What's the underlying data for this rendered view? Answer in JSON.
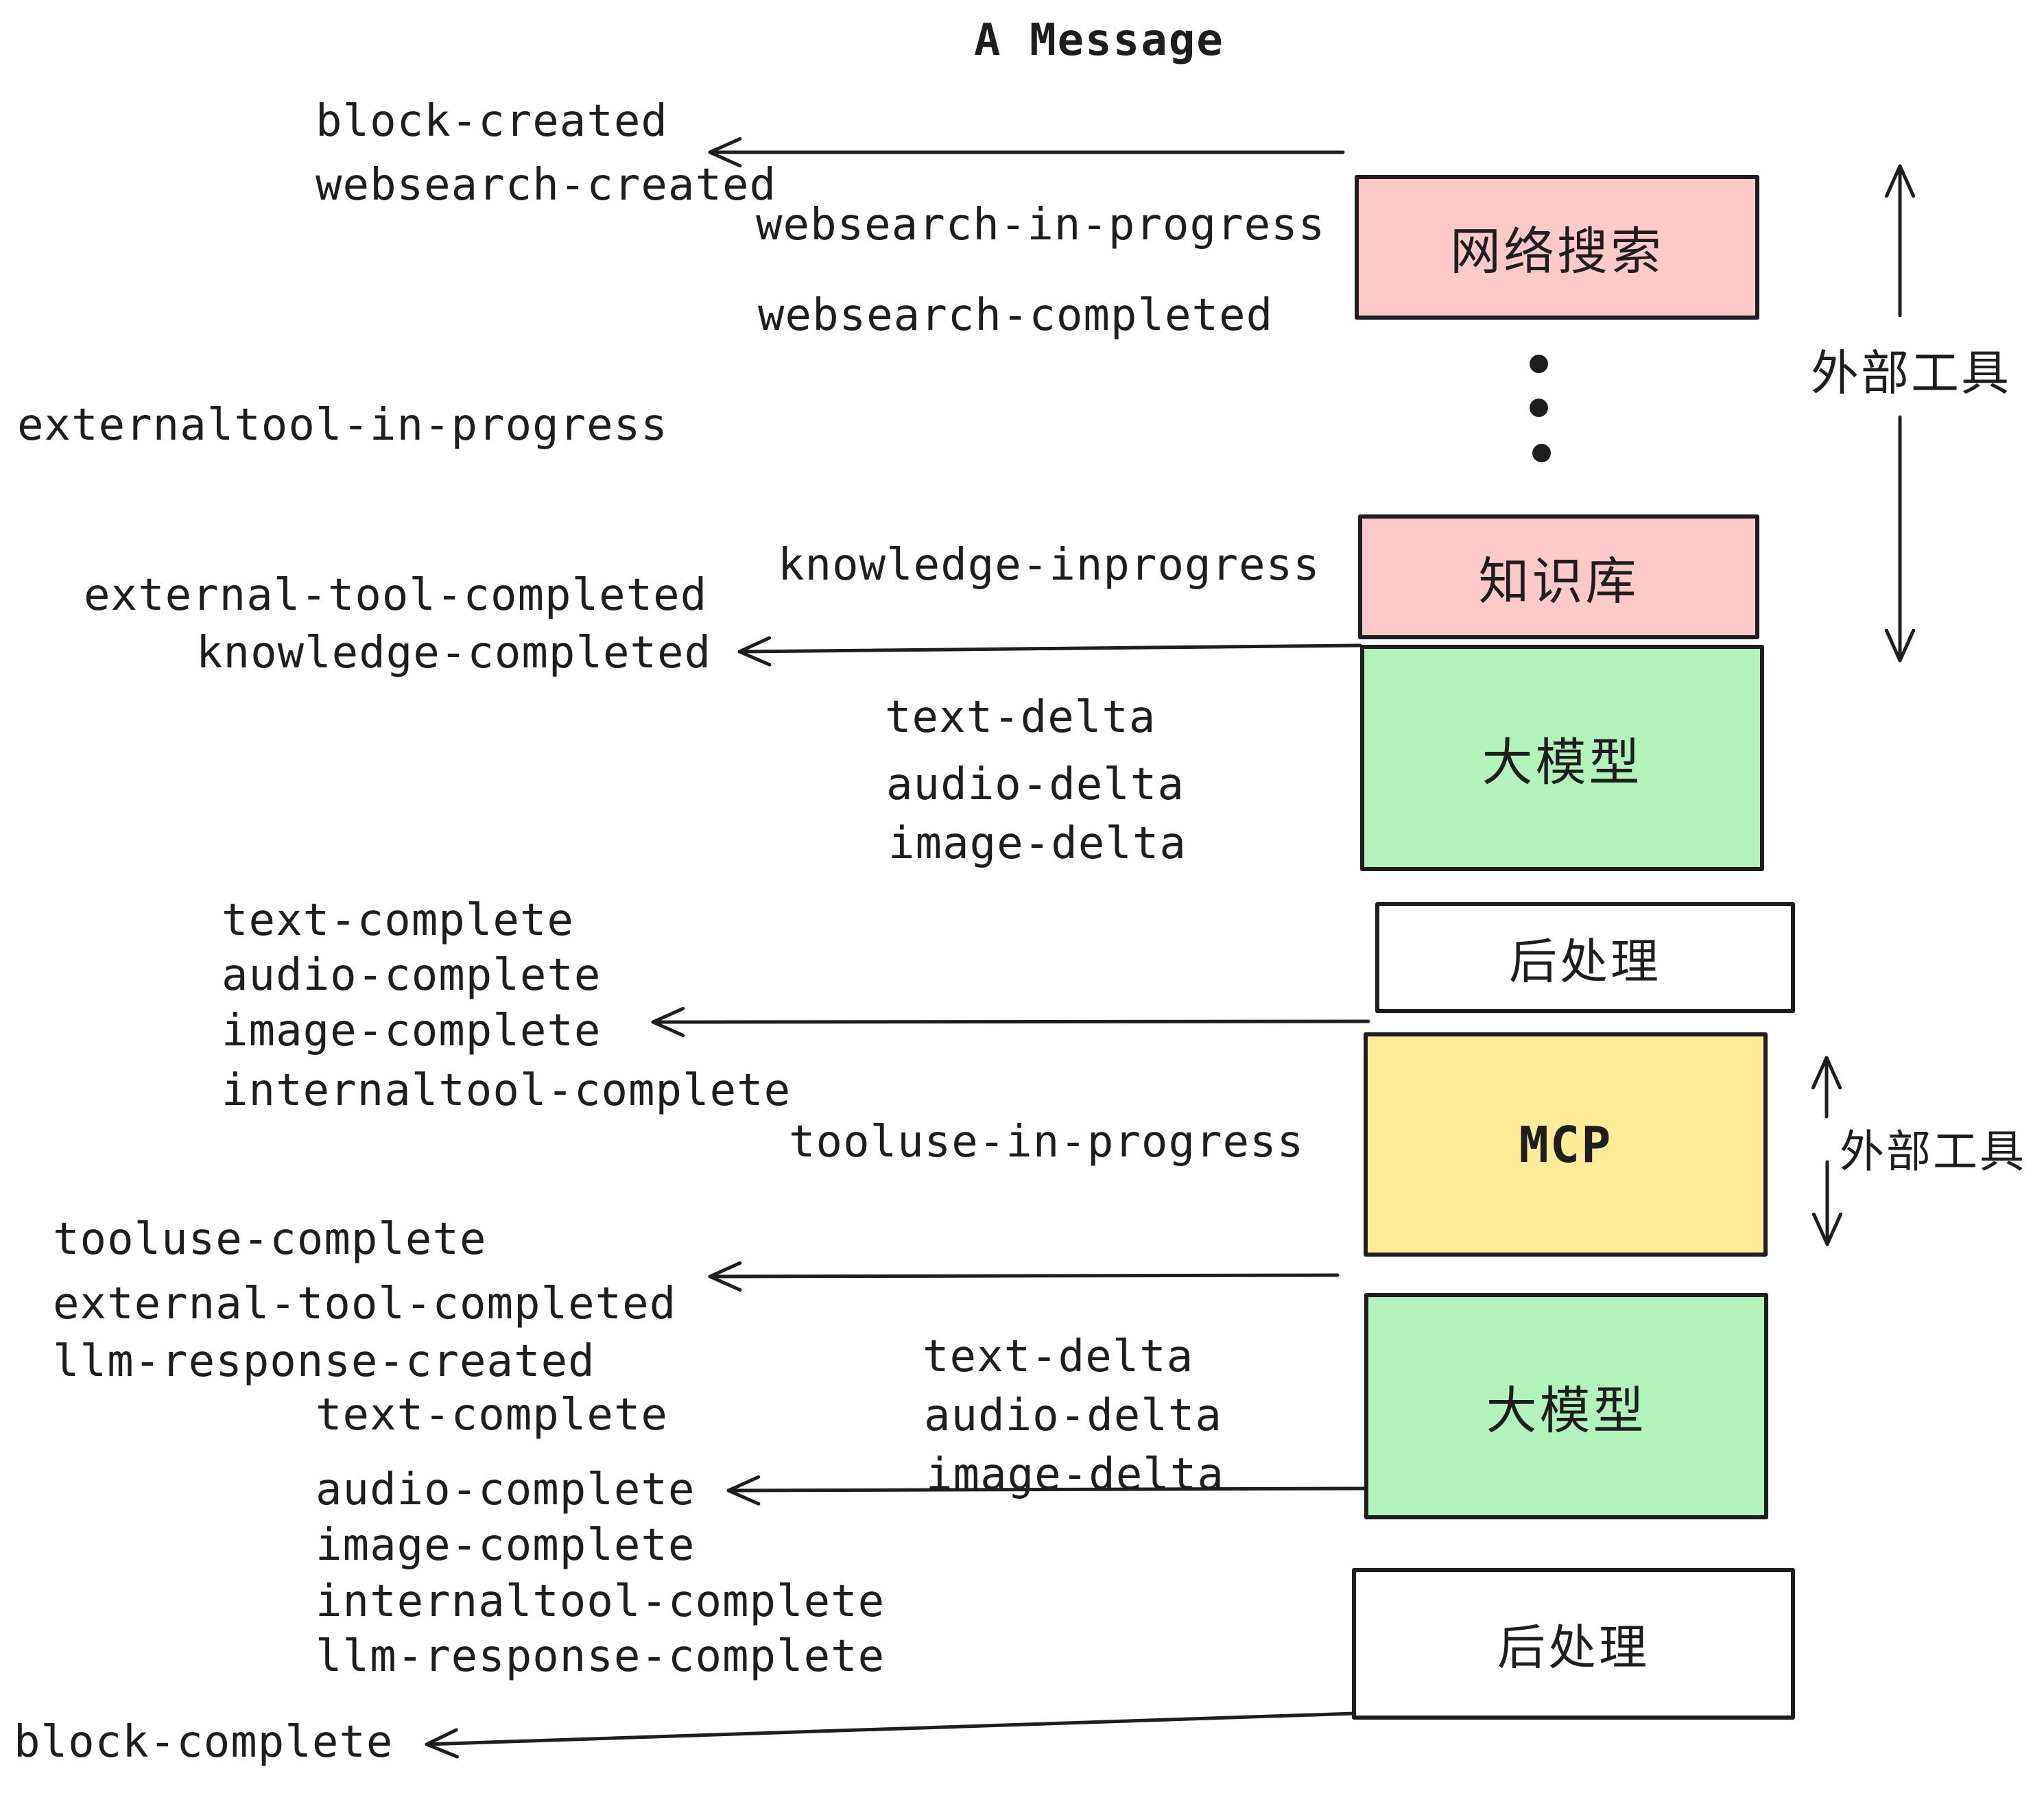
{
  "title": "A Message",
  "colors": {
    "pink": "#ffc9c9",
    "green": "#b2f2bb",
    "yellow": "#ffec99",
    "white": "#ffffff",
    "ink": "#1e1e1e"
  },
  "events": {
    "block_created": "block-created",
    "websearch_created": "websearch-created",
    "websearch_in_progress": "websearch-in-progress",
    "websearch_completed": "websearch-completed",
    "externaltool_in_progress": "externaltool-in-progress",
    "knowledge_inprogress": "knowledge-inprogress",
    "external_tool_completed": "external-tool-completed",
    "knowledge_completed": "knowledge-completed",
    "text_delta": "text-delta",
    "audio_delta": "audio-delta",
    "image_delta": "image-delta",
    "text_complete": "text-complete",
    "audio_complete": "audio-complete",
    "image_complete": "image-complete",
    "internaltool_complete": "internaltool-complete",
    "tooluse_in_progress": "tooluse-in-progress",
    "tooluse_complete": "tooluse-complete",
    "llm_response_created": "llm-response-created",
    "llm_response_complete": "llm-response-complete",
    "block_complete": "block-complete"
  },
  "boxes": {
    "web_search": "网络搜索",
    "knowledge_base": "知识库",
    "llm": "大模型",
    "post_process": "后处理",
    "mcp": "MCP"
  },
  "annotations": {
    "external_tools": "外部工具"
  }
}
